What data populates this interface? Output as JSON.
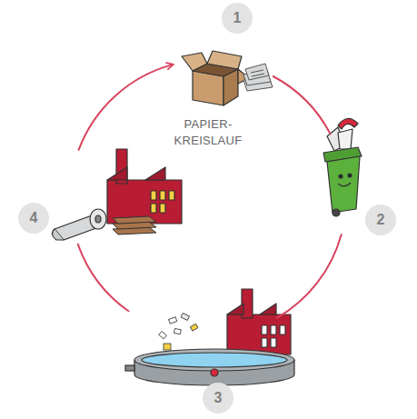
{
  "diagram": {
    "title": "PAPIER- KREISLAUF",
    "nodes": [
      {
        "text": [
          "1"
        ]
      },
      {
        "text": [
          "2"
        ]
      },
      {
        "text": [
          "3"
        ]
      },
      {
        "text": [
          "4"
        ]
      }
    ],
    "edges": [
      {
        "from": 0,
        "to": 1,
        "arrow": "none"
      },
      {
        "from": 1,
        "to": 2,
        "arrow": "none"
      },
      {
        "from": 2,
        "to": 3,
        "arrow": "none"
      },
      {
        "from": 3,
        "to": 0,
        "arrow": "to"
      }
    ]
  }
}
